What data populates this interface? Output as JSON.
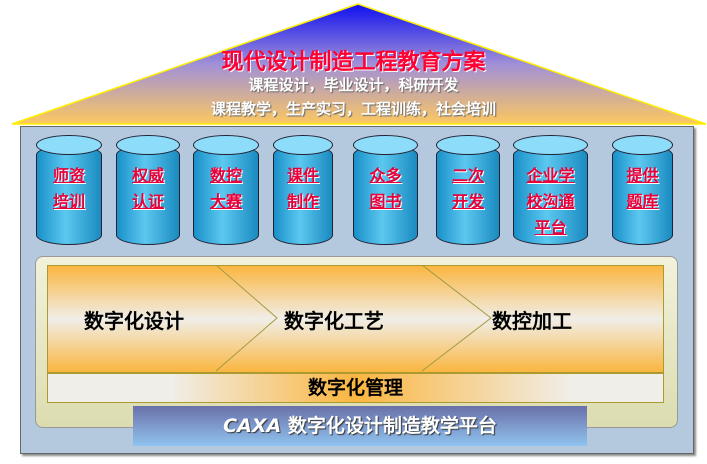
{
  "roof": {
    "title": "现代设计制造工程教育方案",
    "line1": "课程设计，毕业设计，科研开发",
    "line2": "课程教学，生产实习，工程训练，社会培训"
  },
  "pillars": [
    {
      "lines": [
        "师资",
        "培训"
      ]
    },
    {
      "lines": [
        "权威",
        "认证"
      ]
    },
    {
      "lines": [
        "数控",
        "大赛"
      ]
    },
    {
      "lines": [
        "课件",
        "制作"
      ]
    },
    {
      "lines": [
        "众多",
        "图书"
      ]
    },
    {
      "lines": [
        "二次",
        "开发"
      ]
    },
    {
      "lines": [
        "企业学",
        "校沟通",
        "平台"
      ]
    },
    {
      "lines": [
        "提供",
        "题库"
      ]
    }
  ],
  "process": {
    "steps": [
      "数字化设计",
      "数字化工艺",
      "数控加工"
    ],
    "management": "数字化管理"
  },
  "platform": {
    "brand": "CAXA",
    "name": "数字化设计制造教学平台"
  }
}
